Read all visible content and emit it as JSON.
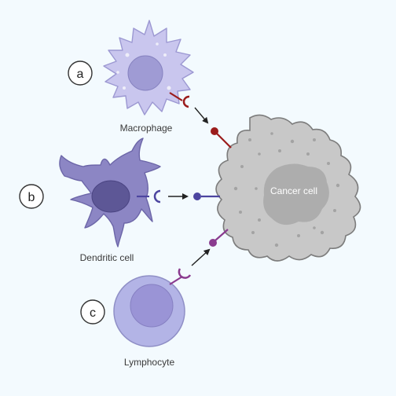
{
  "labels": {
    "macrophage": "Macrophage",
    "dendritic": "Dendritic cell",
    "lymphocyte": "Lymphocyte",
    "cancer": "Cancer cell"
  },
  "badges": {
    "a": "a",
    "b": "b",
    "c": "c"
  },
  "colors": {
    "background": "#f3fafe",
    "macrophage_body": "#c9c6ee",
    "macrophage_nucleus": "#9f9bd4",
    "dendritic_body": "#8c86c4",
    "dendritic_nucleus": "#5d5796",
    "lymphocyte_body": "#b3b4e6",
    "lymphocyte_nucleus": "#9a94d6",
    "cancer_body": "#c8c8c8",
    "cancer_nucleus": "#adadad",
    "receptor_red": "#9b1c1c",
    "receptor_blue": "#4c45a0",
    "receptor_purple": "#8a3b8f"
  }
}
